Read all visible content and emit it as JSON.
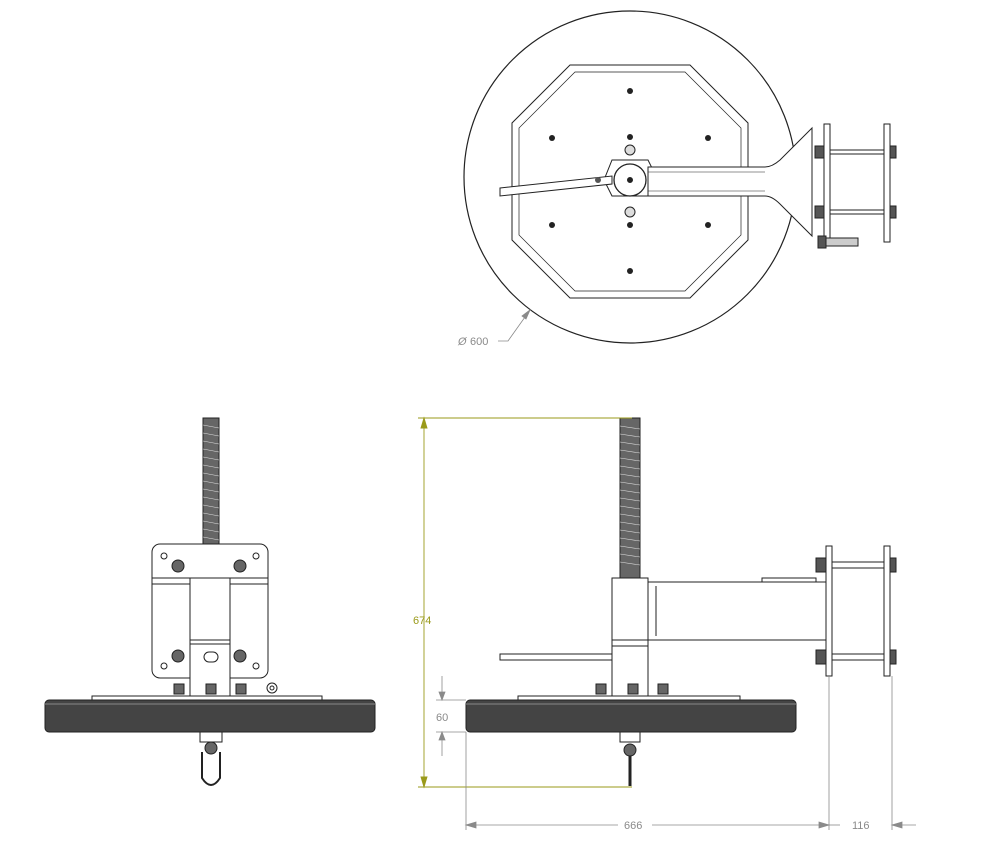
{
  "dimensions": {
    "diameter": "600",
    "height": "674",
    "base_thickness": "60",
    "reach": "666",
    "bracket_depth": "116"
  },
  "colors": {
    "line": "#222222",
    "dimension": "#8a8a8a",
    "height_dimension": "#9a9a1a",
    "fill": "#f2f2f2",
    "base_fill": "#444444"
  }
}
